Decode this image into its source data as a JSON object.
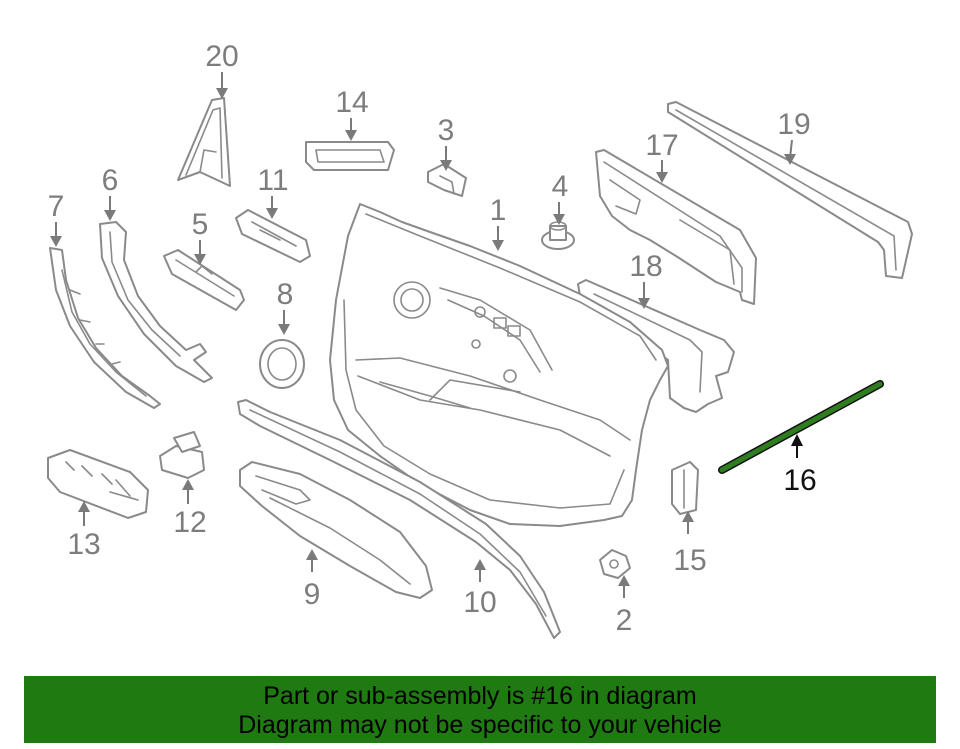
{
  "diagram": {
    "callouts": [
      {
        "id": "1",
        "text": "1"
      },
      {
        "id": "2",
        "text": "2"
      },
      {
        "id": "3",
        "text": "3"
      },
      {
        "id": "4",
        "text": "4"
      },
      {
        "id": "5",
        "text": "5"
      },
      {
        "id": "6",
        "text": "6"
      },
      {
        "id": "7",
        "text": "7"
      },
      {
        "id": "8",
        "text": "8"
      },
      {
        "id": "9",
        "text": "9"
      },
      {
        "id": "10",
        "text": "10"
      },
      {
        "id": "11",
        "text": "11"
      },
      {
        "id": "12",
        "text": "12"
      },
      {
        "id": "13",
        "text": "13"
      },
      {
        "id": "14",
        "text": "14"
      },
      {
        "id": "15",
        "text": "15"
      },
      {
        "id": "16",
        "text": "16"
      },
      {
        "id": "17",
        "text": "17"
      },
      {
        "id": "18",
        "text": "18"
      },
      {
        "id": "19",
        "text": "19"
      },
      {
        "id": "20",
        "text": "20"
      }
    ],
    "highlighted_part": "16",
    "highlight_color": "#2e7d1e"
  },
  "banner": {
    "line1": "Part or sub-assembly is #16 in diagram",
    "line2": "Diagram may not be specific to your vehicle",
    "background": "#1f7a12"
  }
}
